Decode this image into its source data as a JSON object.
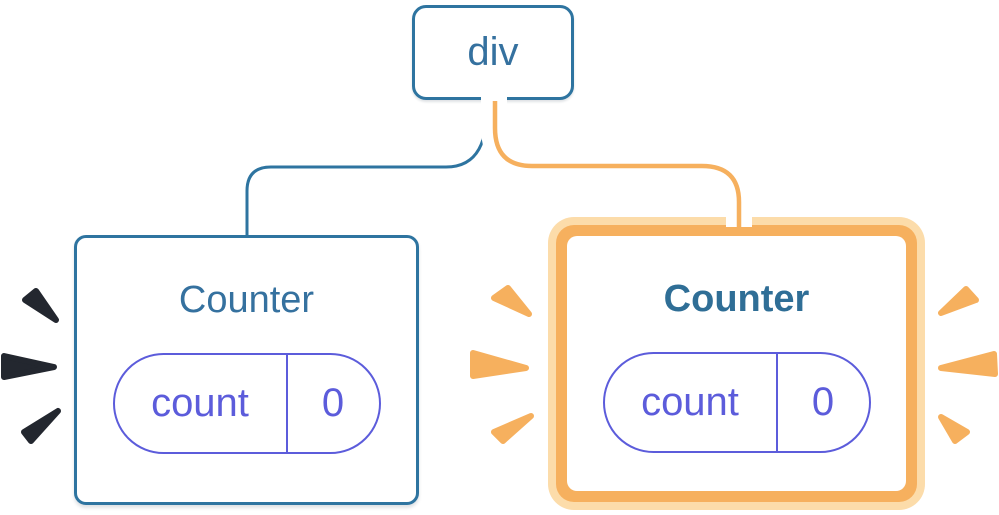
{
  "diagram": {
    "description": "React component tree: div parent with two Counter children, right child highlighted as re-rendering",
    "root": {
      "label": "div"
    },
    "children": [
      {
        "label": "Counter",
        "highlighted": false,
        "state": {
          "name": "count",
          "value": "0"
        }
      },
      {
        "label": "Counter",
        "highlighted": true,
        "state": {
          "name": "count",
          "value": "0"
        }
      }
    ],
    "icons": [
      "flash-sparks-left-of-left-counter",
      "flash-sparks-left-of-right-counter",
      "flash-sparks-right-of-right-counter"
    ],
    "colors": {
      "blue_border": "#2e74a0",
      "blue_text": "#35719f",
      "blue_text_bold": "#2f6e96",
      "purple": "#5c5cdb",
      "orange": "#f6b05e",
      "orange_light": "#fcdcaa",
      "spark_dark": "#23272f",
      "edge_casing": "#ffffff",
      "background": "#ffffff"
    }
  }
}
